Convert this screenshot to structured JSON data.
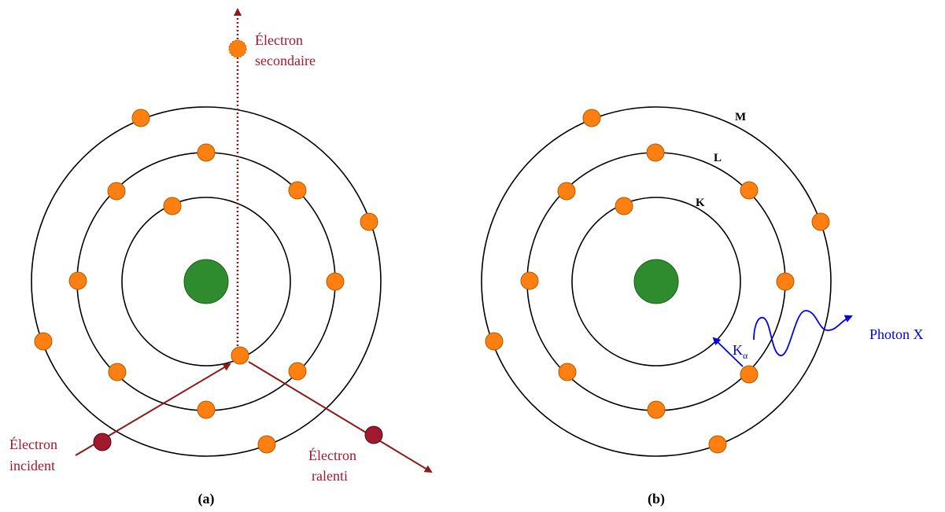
{
  "colors": {
    "electron": "#ff7f10",
    "electron_stroke": "#b35a00",
    "nucleus": "#2e8b2e",
    "incident_electron": "#a0192e",
    "arrow_dark_red": "#8b1a1a",
    "photon_blue": "#0000ee"
  },
  "panel_a": {
    "caption": "(a)",
    "secondary_label_line1": "Électron",
    "secondary_label_line2": "secondaire",
    "incident_label_line1": "Électron",
    "incident_label_line2": "incident",
    "slowed_label_line1": "Électron",
    "slowed_label_line2": "ralenti"
  },
  "panel_b": {
    "caption": "(b)",
    "shell_k": "K",
    "shell_l": "L",
    "shell_m": "M",
    "transition_label": "K",
    "transition_subscript": "α",
    "photon_label": "Photon X"
  }
}
